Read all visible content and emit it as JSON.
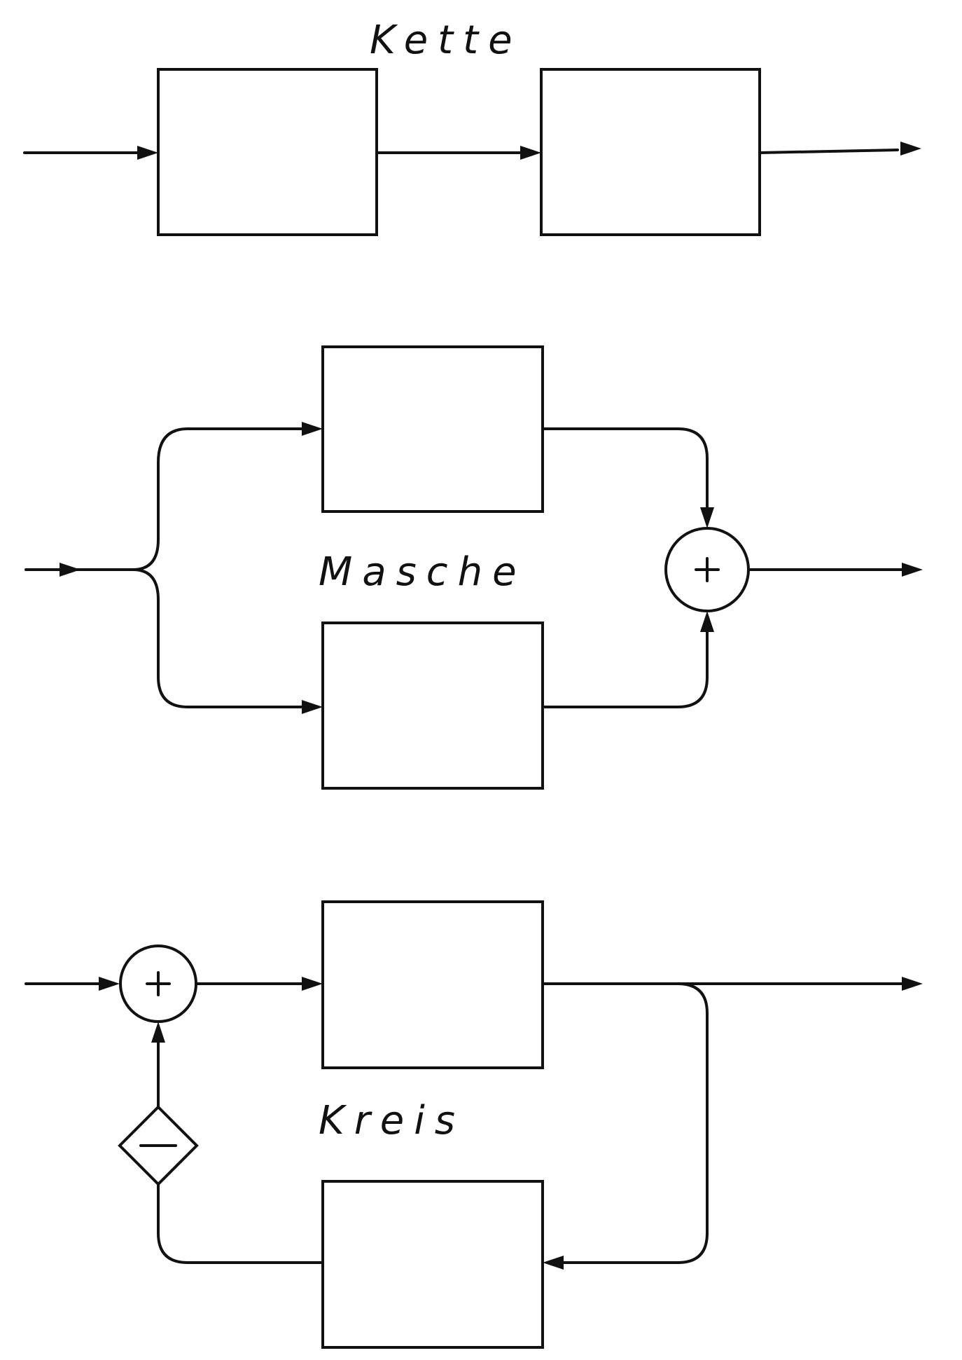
{
  "colors": {
    "line": "#111111",
    "background": "#ffffff"
  },
  "diagrams": {
    "chain": {
      "title": "Kette"
    },
    "mesh": {
      "title": "Masche",
      "junction_symbol": "+"
    },
    "loop": {
      "title": "Kreis",
      "sum_symbol": "+",
      "feedback_symbol": "−"
    }
  }
}
